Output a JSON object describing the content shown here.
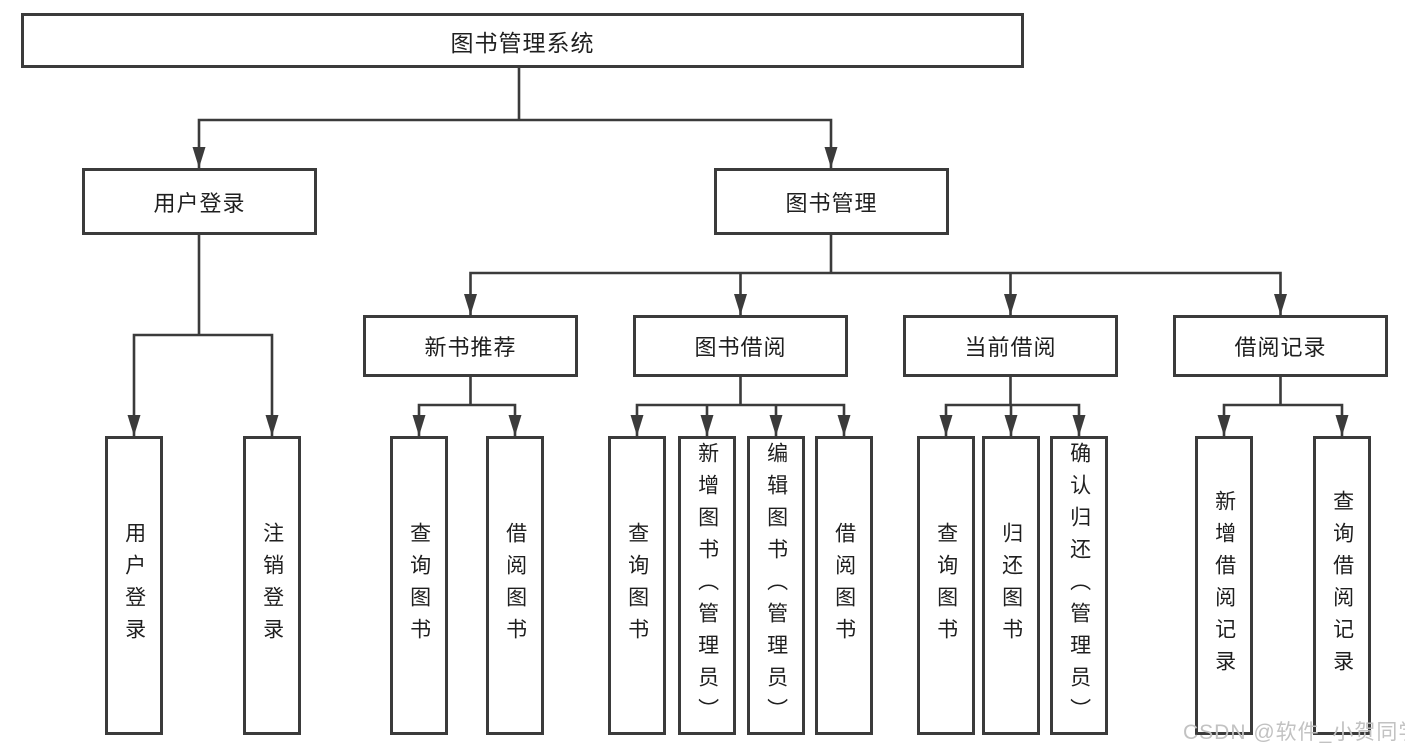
{
  "diagram": {
    "root": {
      "label": "图书管理系统"
    },
    "level2": [
      {
        "label": "用户登录"
      },
      {
        "label": "图书管理"
      }
    ],
    "level3": [
      {
        "label": "新书推荐"
      },
      {
        "label": "图书借阅"
      },
      {
        "label": "当前借阅"
      },
      {
        "label": "借阅记录"
      }
    ],
    "leaves": {
      "user_login": [
        "用户登录",
        "注销登录"
      ],
      "new_book_recommend": [
        "查询图书",
        "借阅图书"
      ],
      "book_borrow": [
        "查询图书",
        "新增图书（管理员）",
        "编辑图书（管理员）",
        "借阅图书"
      ],
      "current_borrow": [
        "查询图书",
        "归还图书",
        "确认归还（管理员）"
      ],
      "borrow_records": [
        "新增借阅记录",
        "查询借阅记录"
      ]
    }
  },
  "watermark": {
    "text": "CSDN @软件_小贺同学"
  },
  "colors": {
    "line": "#3b3b3b",
    "text": "#1f1f1f",
    "box_fill": "#ffffff",
    "watermark": "#c2c2c2"
  }
}
